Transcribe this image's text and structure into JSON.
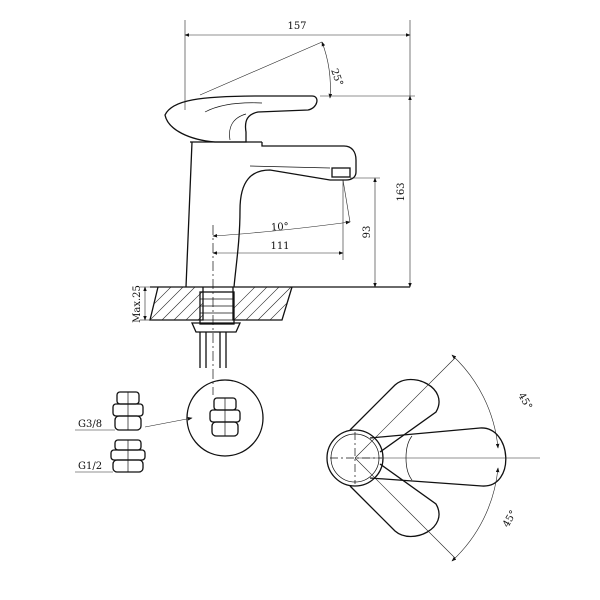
{
  "dimensions": {
    "width_157": "157",
    "angle_25": "25°",
    "height_163": "163",
    "height_93": "93",
    "angle_10": "10°",
    "reach_111": "111",
    "max_25": "Max.25",
    "angle_45_top": "45°",
    "angle_45_bottom": "45°"
  },
  "fittings": {
    "g38": "G3/8",
    "g12": "G1/2"
  }
}
